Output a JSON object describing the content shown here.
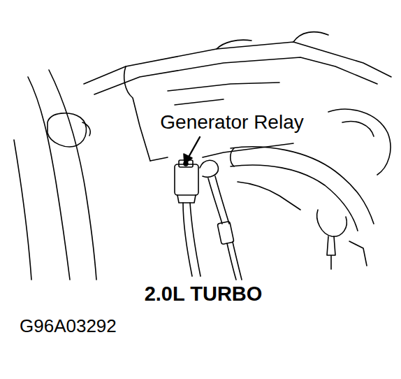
{
  "diagram": {
    "caption": "2.0L TURBO",
    "labels": [
      "Generator Relay",
      "G96A03292"
    ]
  }
}
